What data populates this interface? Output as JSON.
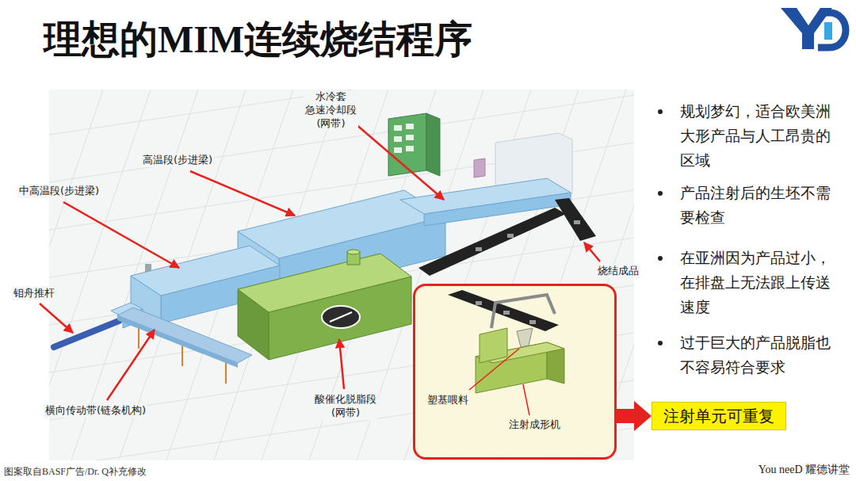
{
  "diagram": {
    "title": "理想的MIM连续烧结程序",
    "caption": "图案取自BASF广告/Dr. Q补充修改",
    "nodes": [
      {
        "text": [
          "塑基喂料",
          "注射成形机"
        ]
      },
      {
        "text": [
          "注射单元可重复"
        ]
      }
    ],
    "edges": [
      {
        "from": 0,
        "to": 1,
        "arrow": "to"
      }
    ],
    "labels": [
      "水冷套 急速冷却段(网带)",
      "高温段(步进梁)",
      "中高温段(步进梁)",
      "钼舟推杆",
      "烧结成品",
      "横向传动带(链条机构)",
      "酸催化脱脂段 (网带)",
      "规划梦幻，适合欧美洲大形产品与人工昂贵的区域",
      "产品注射后的生坯不需要检查",
      "在亚洲因为产品过小，在排盘上无法跟上传送速度",
      "过于巨大的产品脱脂也不容易符合要求",
      "You neeD 耀德讲堂"
    ]
  }
}
